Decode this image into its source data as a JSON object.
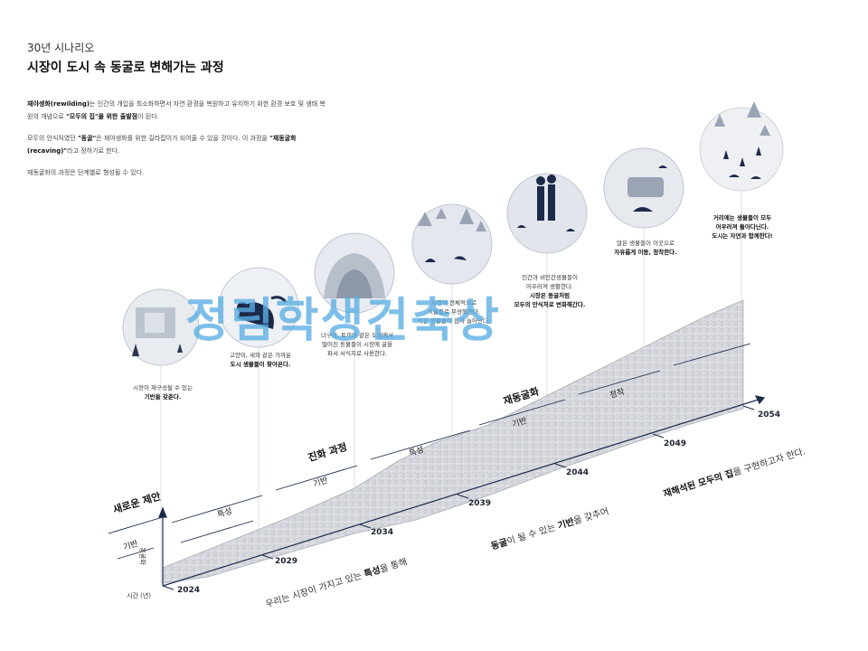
{
  "header": {
    "subtitle": "30년 시나리오",
    "title": "시장이 도시 속 동굴로 변해가는 과정"
  },
  "intro": {
    "p1_bold": "재야생화(rewilding)",
    "p1_text": "는 인간의 개입을 최소화하면서 자연 환경을 복원하고 유지하기 위한 환경 보호 및 생태 복원의 개념으로",
    "p1_bold2": "\"모두의 집\"을 위한 출발점",
    "p1_end": "이 된다.",
    "p2_text": "모두의 안식처였던",
    "p2_bold": "\"동굴\"",
    "p2_text2": "은 재야생화를 위한 길라잡이가 되어줄 수 있을 것이다. 이 과정을",
    "p2_bold2": "\"재동굴화(recaving)\"",
    "p2_end": "라고 정하기로 한다.",
    "p3_text": "재동굴화의 과정은 단계별로 형성될 수 있다."
  },
  "captions": {
    "c1_line1": "시장이 재구성될 수 있는",
    "c1_line2": "기반을 갖춘다.",
    "c2_line1": "고양이, 새와 같은 가까운",
    "c2_line2": "도시 생물들이 찾아온다.",
    "c3_line1": "너구리, 토끼와 같은 도심에서",
    "c3_line2": "떨어진 동물들이 시장에 굴을",
    "c3_line3": "파서 서식지로 사용한다.",
    "c4_line1": "시장이 전체적으로",
    "c4_line2": "식물들로 무성해진다.",
    "c4_line3": "작은 생물들이 점차 늘어난다.",
    "c5_line1": "인간과 비인간생물들이",
    "c5_line2": "어우러져 생활한다.",
    "c5_line3": "시장은 동굴처럼",
    "c5_line4": "모두의 안식처로 변화해간다.",
    "c6_line1": "많은 생물들이 이곳으로",
    "c6_line2": "자유롭게 이동, 정착한다.",
    "c7_line1": "거리에는 생물들이 모두",
    "c7_line2": "어우러져 돌아다닌다.",
    "c7_line3": "도시는 자연과 함께한다!"
  },
  "stages": {
    "new_proposal": "새로운 제안",
    "evolution": "진화 과정",
    "recaving": "재동굴화"
  },
  "segments": {
    "foundation": "기반",
    "characteristic": "특성",
    "settle": "정착"
  },
  "years": [
    "2024",
    "2029",
    "2034",
    "2039",
    "2044",
    "2049",
    "2054"
  ],
  "axis": {
    "time_label": "시간 (년)",
    "y_label": "동굴화"
  },
  "bottom": {
    "b1_pre": "우리는 시장이 가지고 있는",
    "b1_bold": "특성",
    "b1_post": "을 통해",
    "b2_bold": "동굴",
    "b2_mid": "이 될 수 있는",
    "b2_bold2": "기반",
    "b2_post": "을 갖추어",
    "b3_bold": "재해석된 모두의 집",
    "b3_post": "을 구현하고자 한다."
  },
  "watermark": "정림학생건축상",
  "colors": {
    "navy": "#1c2a4a",
    "mountain": "#d6d8dc",
    "circle_fill": "#e8ebf0",
    "watermark": "#5aaee3"
  }
}
